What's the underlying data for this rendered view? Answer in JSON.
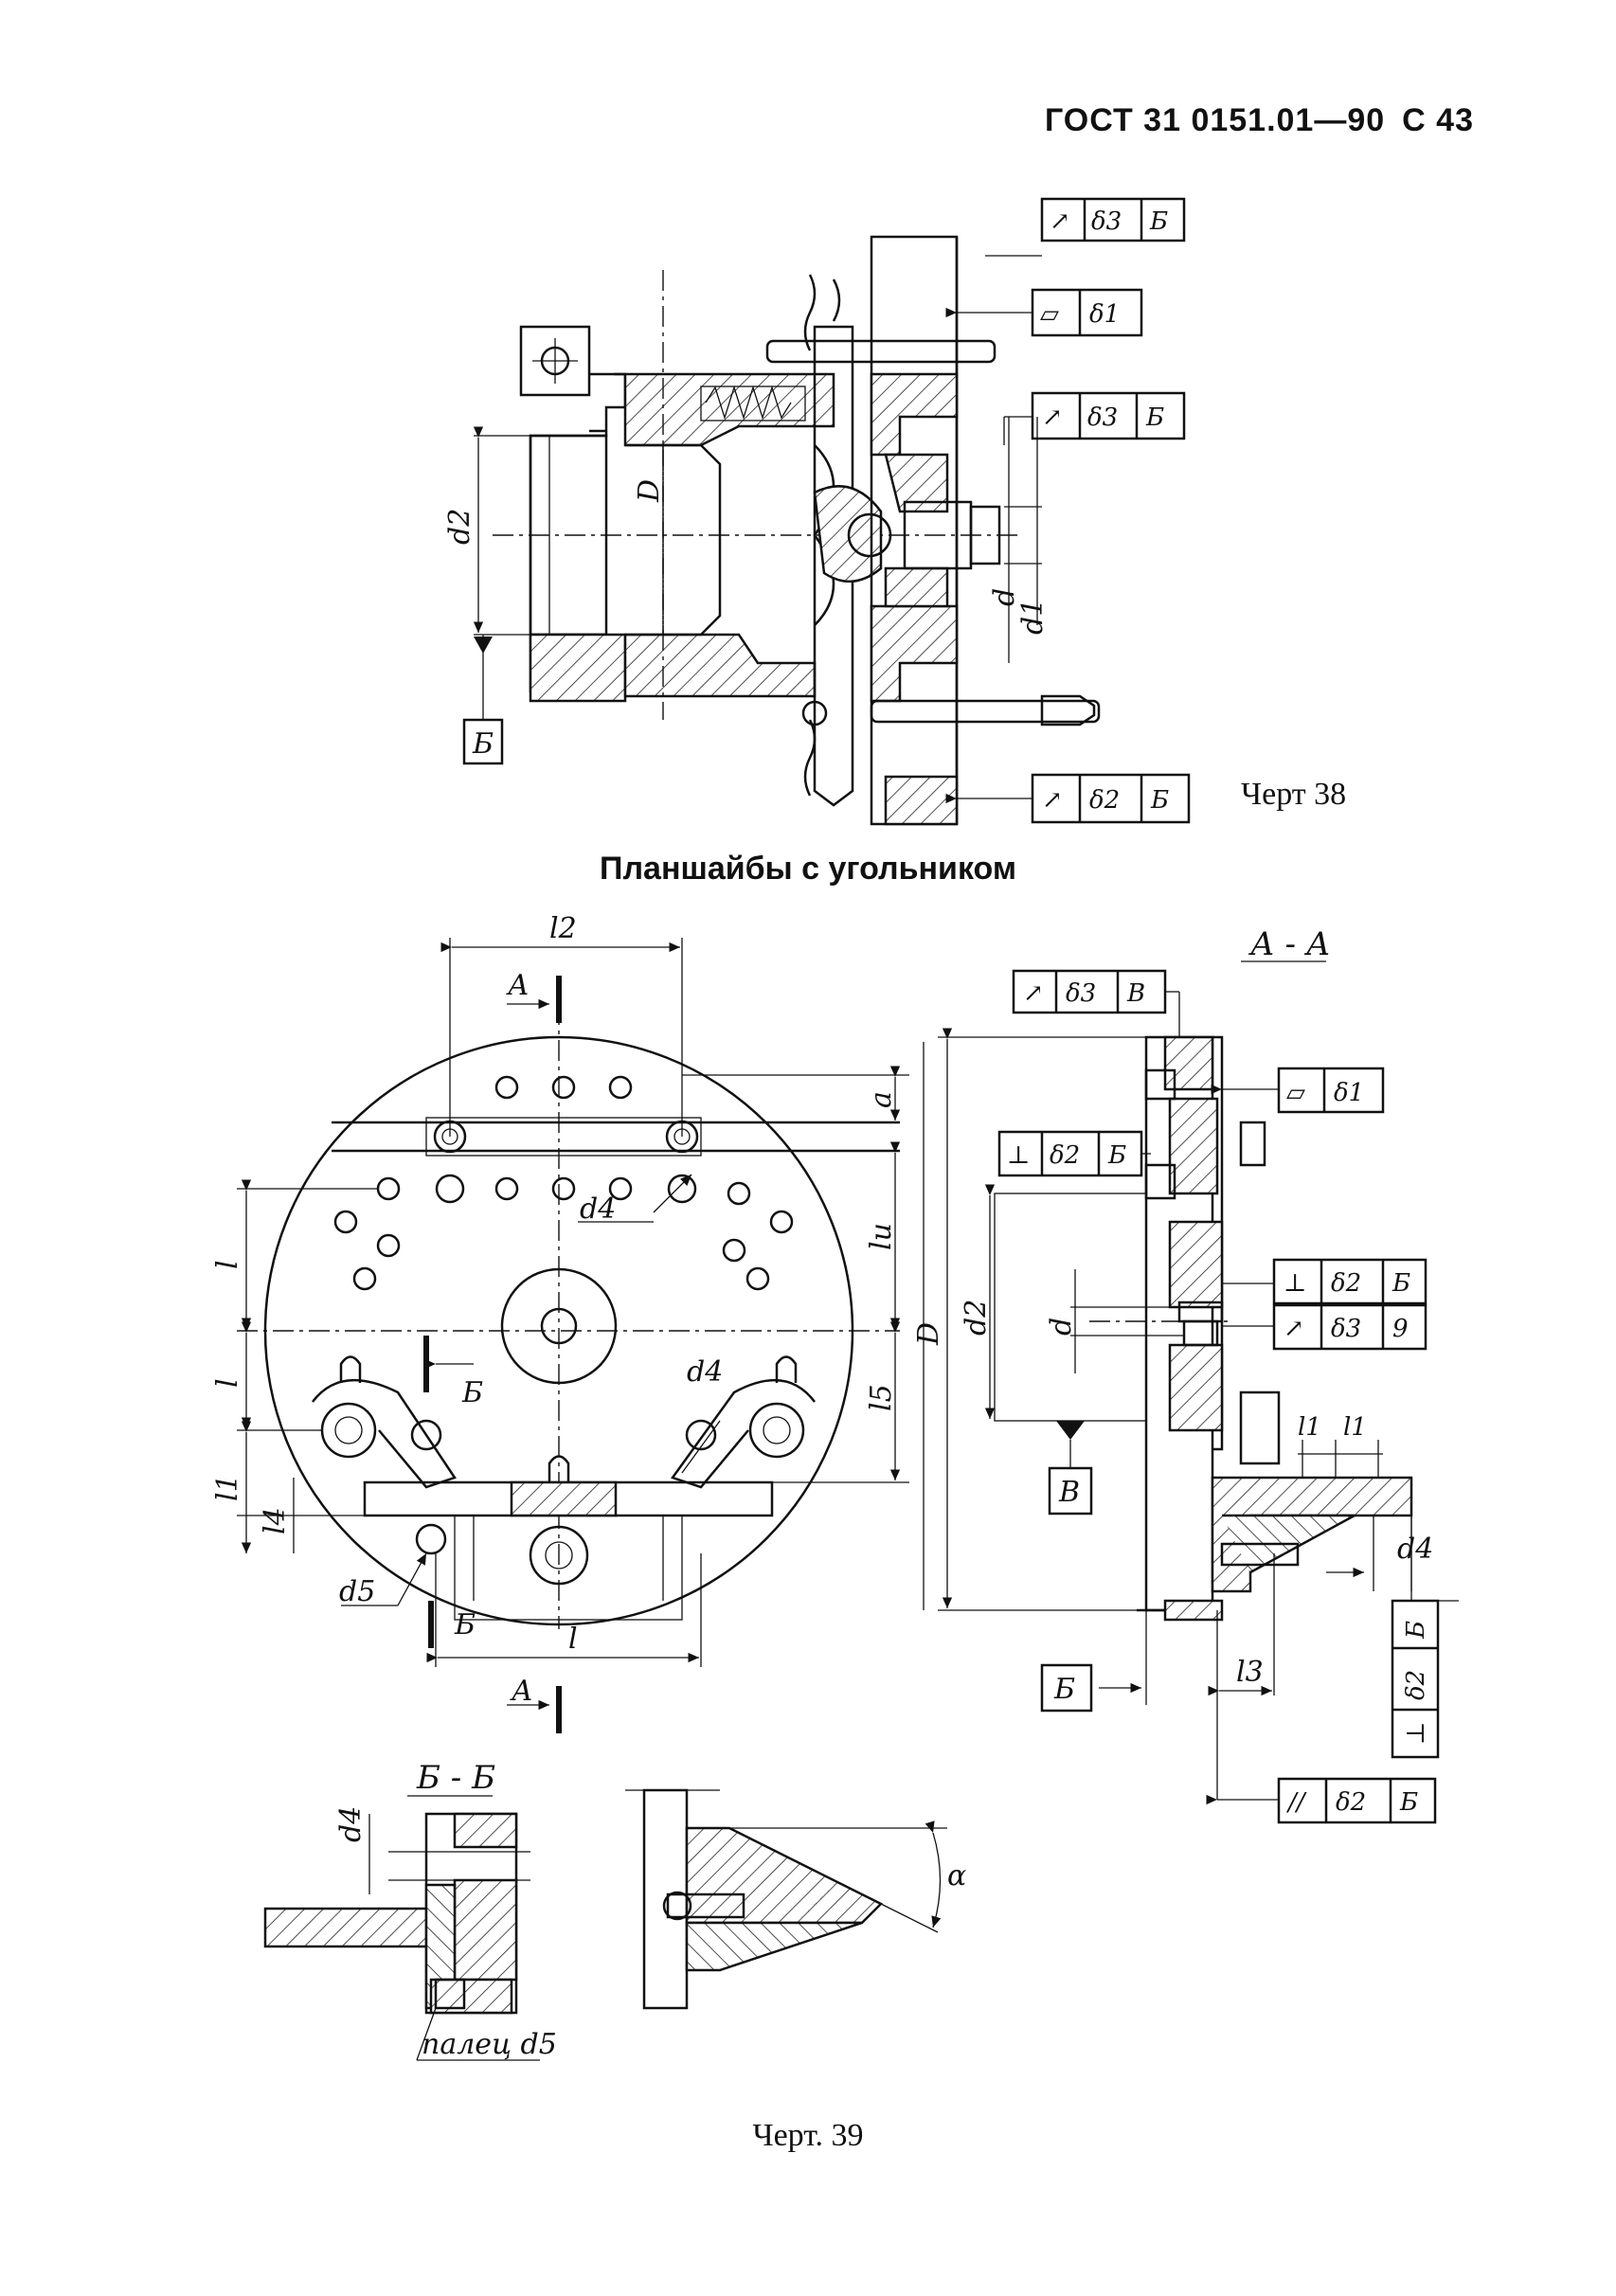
{
  "header": {
    "standard": "ГОСТ 31 0151.01—90",
    "page": "С 43"
  },
  "figure38": {
    "caption": "Черт 38",
    "labels": {
      "D": "D",
      "d2": "d2",
      "d": "d",
      "d1": "d1",
      "base": "Б"
    },
    "frames": [
      {
        "symbol": "↗",
        "tol": "δ3",
        "base": "Б"
      },
      {
        "symbol": "▱",
        "tol": "δ1",
        "base": ""
      },
      {
        "symbol": "↗",
        "tol": "δ3",
        "base": "Б"
      },
      {
        "symbol": "↗",
        "tol": "δ2",
        "base": "Б"
      }
    ]
  },
  "subtitle": "Планшайбы с угольником",
  "figure39": {
    "caption": "Черт. 39",
    "section_aa": "А - А",
    "section_bb": "Б - Б",
    "labels": {
      "l2": "l2",
      "l": "l",
      "l1": "l1",
      "l3": "l3",
      "l4": "l4",
      "l5": "l5",
      "lu": "lu",
      "a": "a",
      "d2": "d2",
      "d": "d",
      "d4": "d4",
      "d5": "d5",
      "D": "D",
      "alpha": "α",
      "A": "А",
      "B": "Б",
      "V": "В",
      "finger": "палец d5"
    },
    "frames": [
      {
        "symbol": "↗",
        "tol": "δ3",
        "base": "В"
      },
      {
        "symbol": "▱",
        "tol": "δ1",
        "base": ""
      },
      {
        "symbol": "⊥",
        "tol": "δ2",
        "base": "Б"
      },
      {
        "symbol": "⊥",
        "tol": "δ2",
        "base": "Б"
      },
      {
        "symbol": "↗",
        "tol": "δ3",
        "base": "9"
      },
      {
        "symbol": "⊥",
        "tol": "δ2",
        "base": "Б"
      },
      {
        "symbol": "//",
        "tol": "δ2",
        "base": "Б"
      }
    ]
  }
}
